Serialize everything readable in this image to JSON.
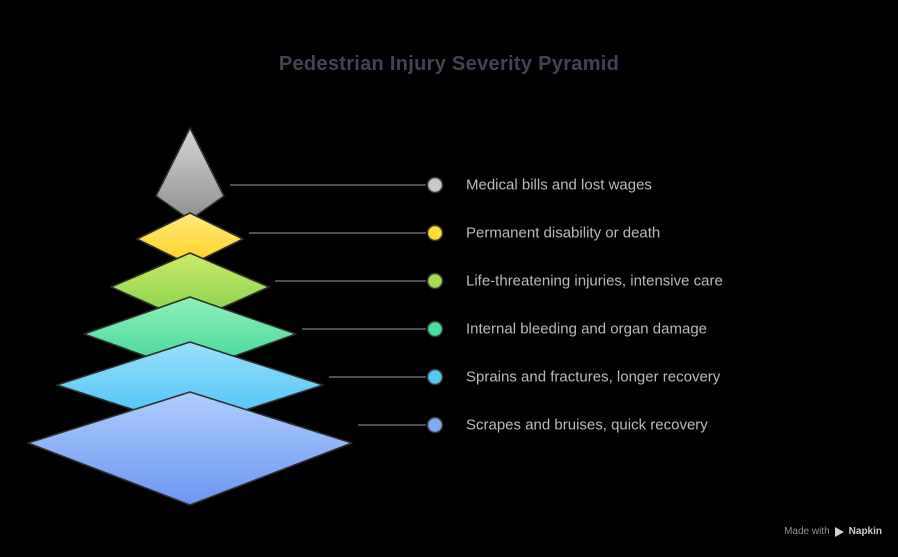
{
  "title": "Pedestrian Injury Severity Pyramid",
  "pyramid": {
    "layers": [
      {
        "label": "Medical bills and lost wages",
        "color_light": "#d6d6d6",
        "color_dark": "#8f8f8f",
        "dot": "#c8c8c8"
      },
      {
        "label": "Permanent disability or death",
        "color_light": "#ffe97d",
        "color_dark": "#ffd21f",
        "dot": "#ffdd33"
      },
      {
        "label": "Life-threatening injuries, intensive care",
        "color_light": "#cdea67",
        "color_dark": "#7fd14a",
        "dot": "#a4dc4f"
      },
      {
        "label": "Internal bleeding and organ damage",
        "color_light": "#8ff0b8",
        "color_dark": "#3ed598",
        "dot": "#4ade9d"
      },
      {
        "label": "Sprains and fractures, longer recovery",
        "color_light": "#99e0fa",
        "color_dark": "#45c0f5",
        "dot": "#55c8f2"
      },
      {
        "label": "Scrapes and bruises, quick recovery",
        "color_light": "#b0cdfb",
        "color_dark": "#6b97f2",
        "dot": "#7fa8f5"
      }
    ]
  },
  "watermark": {
    "prefix": "Made with",
    "brand": "Napkin"
  }
}
